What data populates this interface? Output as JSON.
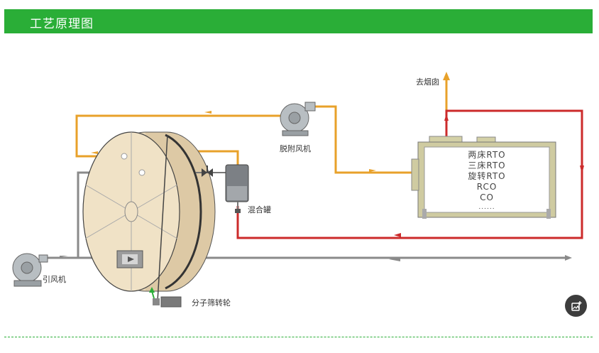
{
  "header": {
    "title": "工艺原理图"
  },
  "diagram": {
    "labels": {
      "chimney": "去烟囱",
      "desorption_fan": "脱附风机",
      "mixing_tank": "混合罐",
      "induced_fan": "引风机",
      "zeolite_rotor": "分子筛转轮"
    },
    "oxidizer_options": [
      "两床RTO",
      "三床RTO",
      "旋转RTO",
      "RCO",
      "CO",
      "......"
    ]
  },
  "colors": {
    "accent": "#2aae37",
    "hot_line": "#e8a12a",
    "return_line": "#cc2b2b",
    "gray_line": "#8a8a8a"
  },
  "icons": {
    "fab": "image-edit-icon"
  }
}
